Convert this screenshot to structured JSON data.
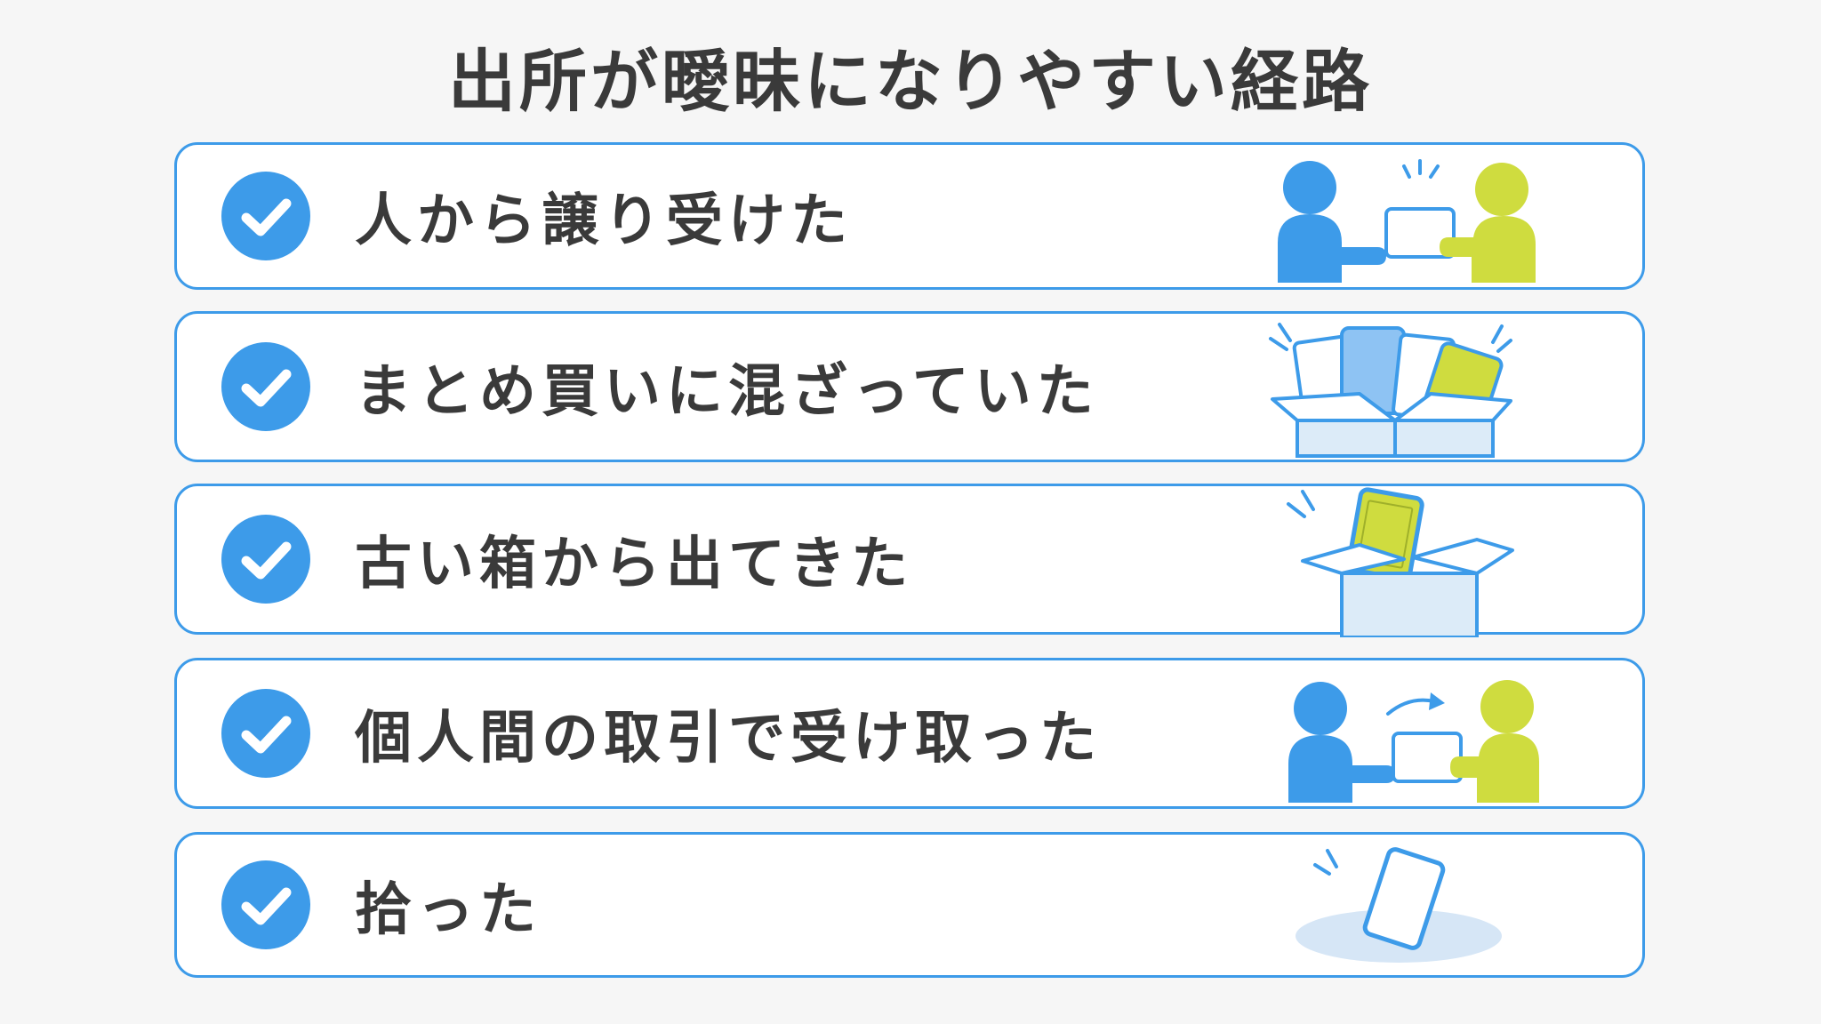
{
  "title": "出所が曖昧になりやすい経路",
  "colors": {
    "accent": "#3d9be9",
    "person_blue": "#3d9be9",
    "person_green": "#cfdc3f",
    "box_fill": "#dcebf8",
    "background": "#f6f6f6"
  },
  "items": [
    {
      "label": "人から譲り受けた",
      "icon": "hand-over-card-icon"
    },
    {
      "label": "まとめ買いに混ざっていた",
      "icon": "box-with-cards-icon"
    },
    {
      "label": "古い箱から出てきた",
      "icon": "card-from-old-box-icon"
    },
    {
      "label": "個人間の取引で受け取った",
      "icon": "person-to-person-trade-icon"
    },
    {
      "label": "拾った",
      "icon": "card-on-ground-icon"
    }
  ]
}
